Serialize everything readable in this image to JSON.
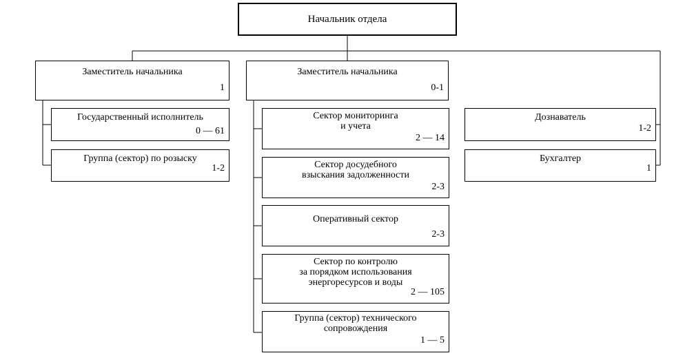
{
  "head": {
    "title": "Начальник отдела"
  },
  "left": {
    "deputy": {
      "title": "Заместитель начальника",
      "count": "1"
    },
    "units": [
      {
        "title": "Государственный исполнитель",
        "count": "0 — 61"
      },
      {
        "title": "Группа (сектор) по розыску",
        "count": "1-2"
      }
    ]
  },
  "middle": {
    "deputy": {
      "title": "Заместитель начальника",
      "count": "0-1"
    },
    "units": [
      {
        "title": "Сектор мониторинга\nи учета",
        "count": "2 — 14"
      },
      {
        "title": "Сектор досудебного\nвзыскания задолженности",
        "count": "2-3"
      },
      {
        "title": "Оперативный сектор",
        "count": "2-3"
      },
      {
        "title": "Сектор по контролю\nза порядком использования\nэнергоресурсов и воды",
        "count": "2 — 105"
      },
      {
        "title": "Группа (сектор) технического\nсопровождения",
        "count": "1 — 5"
      }
    ]
  },
  "right": {
    "units": [
      {
        "title": "Дознаватель",
        "count": "1-2"
      },
      {
        "title": "Бухгалтер",
        "count": "1"
      }
    ]
  }
}
